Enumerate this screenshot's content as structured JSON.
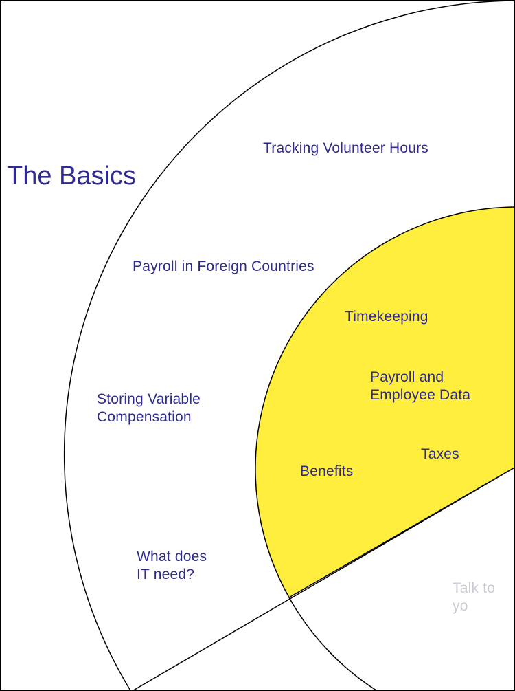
{
  "title": "The Basics",
  "colors": {
    "text": "#2e2a8f",
    "inner_fill": "#ffee3d",
    "outline": "#000000",
    "faded_text": "#c9cad6"
  },
  "outer_ring": {
    "items": [
      "Tracking Volunteer Hours",
      "Payroll in Foreign Countries",
      "Storing Variable\nCompensation",
      "What does\nIT need?"
    ]
  },
  "inner_core": {
    "items": [
      "Timekeeping",
      "Payroll and\nEmployee Data",
      "Taxes",
      "Benefits"
    ]
  },
  "partial_label": "Talk to yo"
}
